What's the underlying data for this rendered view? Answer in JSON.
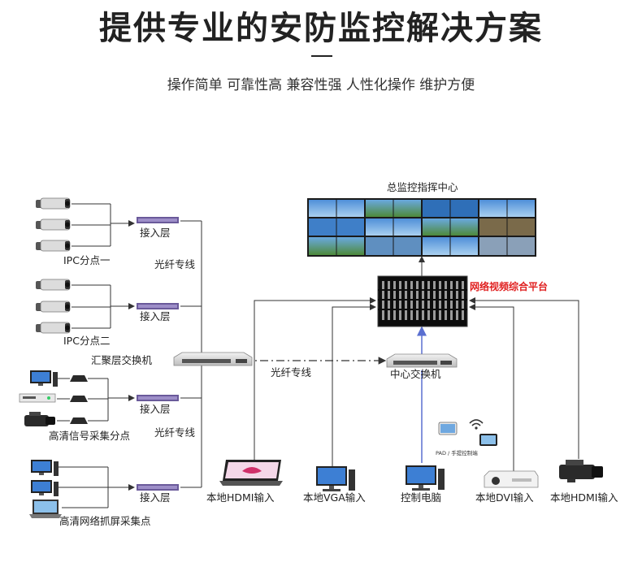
{
  "header": {
    "title": "提供专业的安防监控解决方案",
    "subtitle": "操作简单  可靠性高  兼容性强  人性化操作  维护方便"
  },
  "diagram": {
    "video_wall_label": "总监控指挥中心",
    "platform_label": "网络视频综合平台",
    "center_switch_label": "中心交换机",
    "aggregation_switch_label": "汇聚层交换机",
    "fiber_label_1": "光纤专线",
    "fiber_label_2": "光纤专线",
    "fiber_label_3": "光纤专线",
    "access_labels": [
      "接入层",
      "接入层",
      "接入层",
      "接入层"
    ],
    "group_labels": [
      "IPC分点一",
      "IPC分点二",
      "高清信号采集分点",
      "高清网络抓屏采集点"
    ],
    "pad_label": "PAD / 手提控制端",
    "terminals": [
      {
        "label": "本地HDMI输入"
      },
      {
        "label": "本地VGA输入"
      },
      {
        "label": "控制电脑"
      },
      {
        "label": "本地DVI输入"
      },
      {
        "label": "本地HDMI输入"
      }
    ],
    "colors": {
      "line": "#333333",
      "blue_line": "#5a6fd0",
      "red_label": "#e02020",
      "switch_purple": "#6a5a9a"
    }
  }
}
